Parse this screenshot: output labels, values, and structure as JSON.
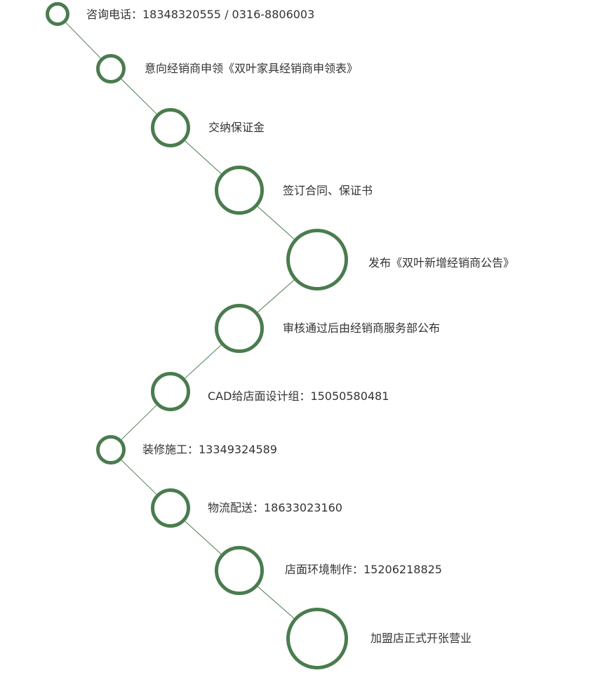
{
  "colors": {
    "circle_stroke": "#4a7c4e",
    "connector": "#4a7c4e",
    "label_text": "#333333"
  },
  "steps": [
    {
      "label": "咨询电话：18348320555 / 0316-8806003"
    },
    {
      "label": "意向经销商申领《双叶家具经销商申领表》"
    },
    {
      "label": "交纳保证金"
    },
    {
      "label": "签订合同、保证书"
    },
    {
      "label": "发布《双叶新增经销商公告》"
    },
    {
      "label": "审核通过后由经销商服务部公布"
    },
    {
      "label": "CAD给店面设计组：15050580481"
    },
    {
      "label": "装修施工：13349324589"
    },
    {
      "label": "物流配送：18633023160"
    },
    {
      "label": "店面环境制作：15206218825"
    },
    {
      "label": "加盟店正式开张营业"
    }
  ]
}
